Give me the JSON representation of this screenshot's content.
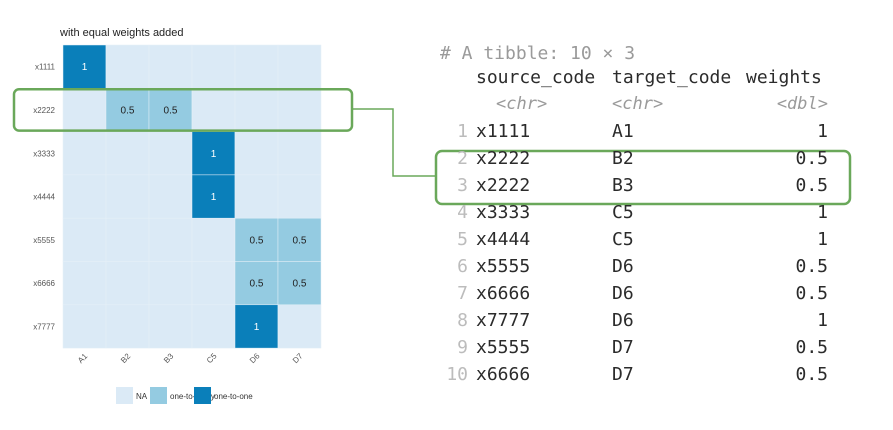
{
  "chart_data": {
    "type": "heatmap",
    "title": "with equal weights added",
    "y_categories": [
      "x1111",
      "x2222",
      "x3333",
      "x4444",
      "x5555",
      "x6666",
      "x7777"
    ],
    "x_categories": [
      "A1",
      "B2",
      "B3",
      "C5",
      "D6",
      "D7"
    ],
    "cells": [
      {
        "row": "x1111",
        "col": "A1",
        "value": "1",
        "category": "one-to-one"
      },
      {
        "row": "x2222",
        "col": "B2",
        "value": "0.5",
        "category": "one-to-many"
      },
      {
        "row": "x2222",
        "col": "B3",
        "value": "0.5",
        "category": "one-to-many"
      },
      {
        "row": "x3333",
        "col": "C5",
        "value": "1",
        "category": "one-to-one"
      },
      {
        "row": "x4444",
        "col": "C5",
        "value": "1",
        "category": "one-to-one"
      },
      {
        "row": "x5555",
        "col": "D6",
        "value": "0.5",
        "category": "one-to-many"
      },
      {
        "row": "x5555",
        "col": "D7",
        "value": "0.5",
        "category": "one-to-many"
      },
      {
        "row": "x6666",
        "col": "D6",
        "value": "0.5",
        "category": "one-to-many"
      },
      {
        "row": "x6666",
        "col": "D7",
        "value": "0.5",
        "category": "one-to-many"
      },
      {
        "row": "x7777",
        "col": "D6",
        "value": "1",
        "category": "one-to-one"
      }
    ],
    "legend": [
      {
        "label": "NA",
        "color": "#dbeaf6"
      },
      {
        "label": "one-to-many",
        "color": "#94cbe1"
      },
      {
        "label": "one-to-one",
        "color": "#0a7fba"
      }
    ],
    "legend_position": "bottom",
    "highlight_row": "x2222",
    "highlight_color": "#6aa85a"
  },
  "tibble": {
    "header": "# A tibble: 10 × 3",
    "columns": [
      "source_code",
      "target_code",
      "weights"
    ],
    "types": [
      "<chr>",
      "<chr>",
      "<dbl>"
    ],
    "rows": [
      [
        "1",
        "x1111",
        "A1",
        "1"
      ],
      [
        "2",
        "x2222",
        "B2",
        "0.5"
      ],
      [
        "3",
        "x2222",
        "B3",
        "0.5"
      ],
      [
        "4",
        "x3333",
        "C5",
        "1"
      ],
      [
        "5",
        "x4444",
        "C5",
        "1"
      ],
      [
        "6",
        "x5555",
        "D6",
        "0.5"
      ],
      [
        "7",
        "x6666",
        "D6",
        "0.5"
      ],
      [
        "8",
        "x7777",
        "D6",
        "1"
      ],
      [
        "9",
        "x5555",
        "D7",
        "0.5"
      ],
      [
        "10",
        "x6666",
        "D7",
        "0.5"
      ]
    ],
    "highlighted_rows": [
      "2",
      "3"
    ]
  }
}
